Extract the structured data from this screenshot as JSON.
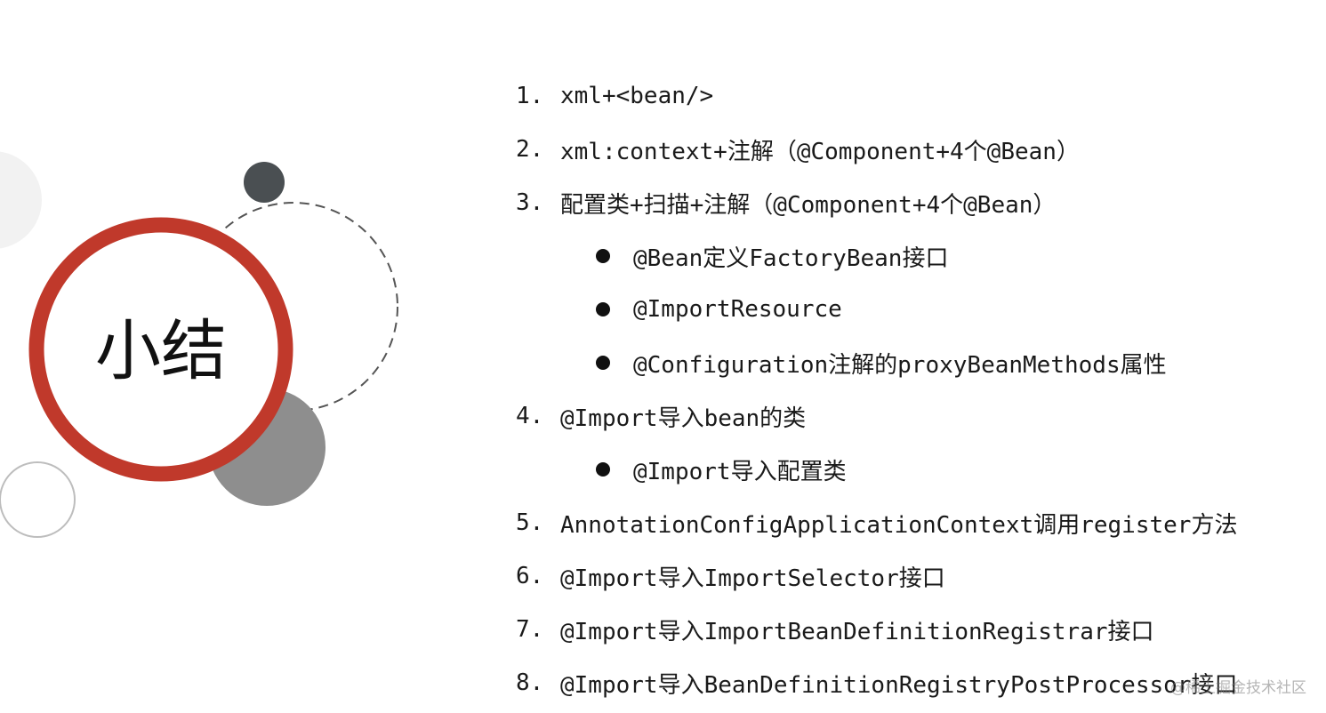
{
  "title": "小结",
  "items": [
    {
      "num": "1.",
      "text": "xml+<bean/>"
    },
    {
      "num": "2.",
      "text": "xml:context+注解（@Component+4个@Bean）"
    },
    {
      "num": "3.",
      "text": "配置类+扫描+注解（@Component+4个@Bean）"
    },
    {
      "bullet": true,
      "text": "@Bean定义FactoryBean接口"
    },
    {
      "bullet": true,
      "text": "@ImportResource"
    },
    {
      "bullet": true,
      "text": "@Configuration注解的proxyBeanMethods属性"
    },
    {
      "num": "4.",
      "text": "@Import导入bean的类"
    },
    {
      "bullet": true,
      "text": "@Import导入配置类"
    },
    {
      "num": "5.",
      "text": "AnnotationConfigApplicationContext调用register方法"
    },
    {
      "num": "6.",
      "text": "@Import导入ImportSelector接口"
    },
    {
      "num": "7.",
      "text": "@Import导入ImportBeanDefinitionRegistrar接口"
    },
    {
      "num": "8.",
      "text": "@Import导入BeanDefinitionRegistryPostProcessor接口"
    }
  ],
  "watermark": "@稀土掘金技术社区",
  "colors": {
    "ring": "#c0392b",
    "dark_dot": "#4a4f52",
    "gray_circle": "#8e8e8e"
  }
}
